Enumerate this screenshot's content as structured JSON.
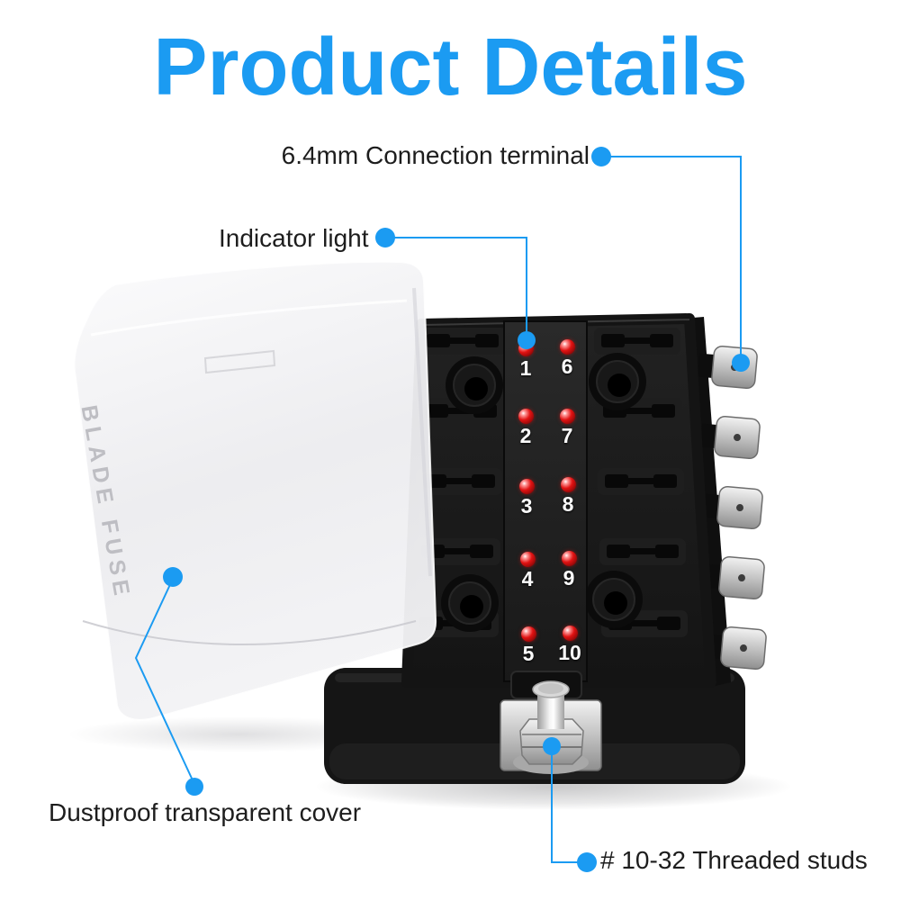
{
  "colors": {
    "accent": "#1b9bf2",
    "led": "#e11212"
  },
  "title": {
    "text": "Product Details"
  },
  "callouts": {
    "connection_terminal": {
      "label": "6.4mm Connection terminal"
    },
    "indicator_light": {
      "label": "Indicator light"
    },
    "dustproof_cover": {
      "label": "Dustproof transparent cover"
    },
    "threaded_studs": {
      "label": "# 10-32 Threaded studs"
    }
  },
  "product": {
    "cover_text": "BLADE FUSE",
    "fuses": [
      "1",
      "6",
      "2",
      "7",
      "3",
      "8",
      "4",
      "9",
      "5",
      "10"
    ]
  }
}
